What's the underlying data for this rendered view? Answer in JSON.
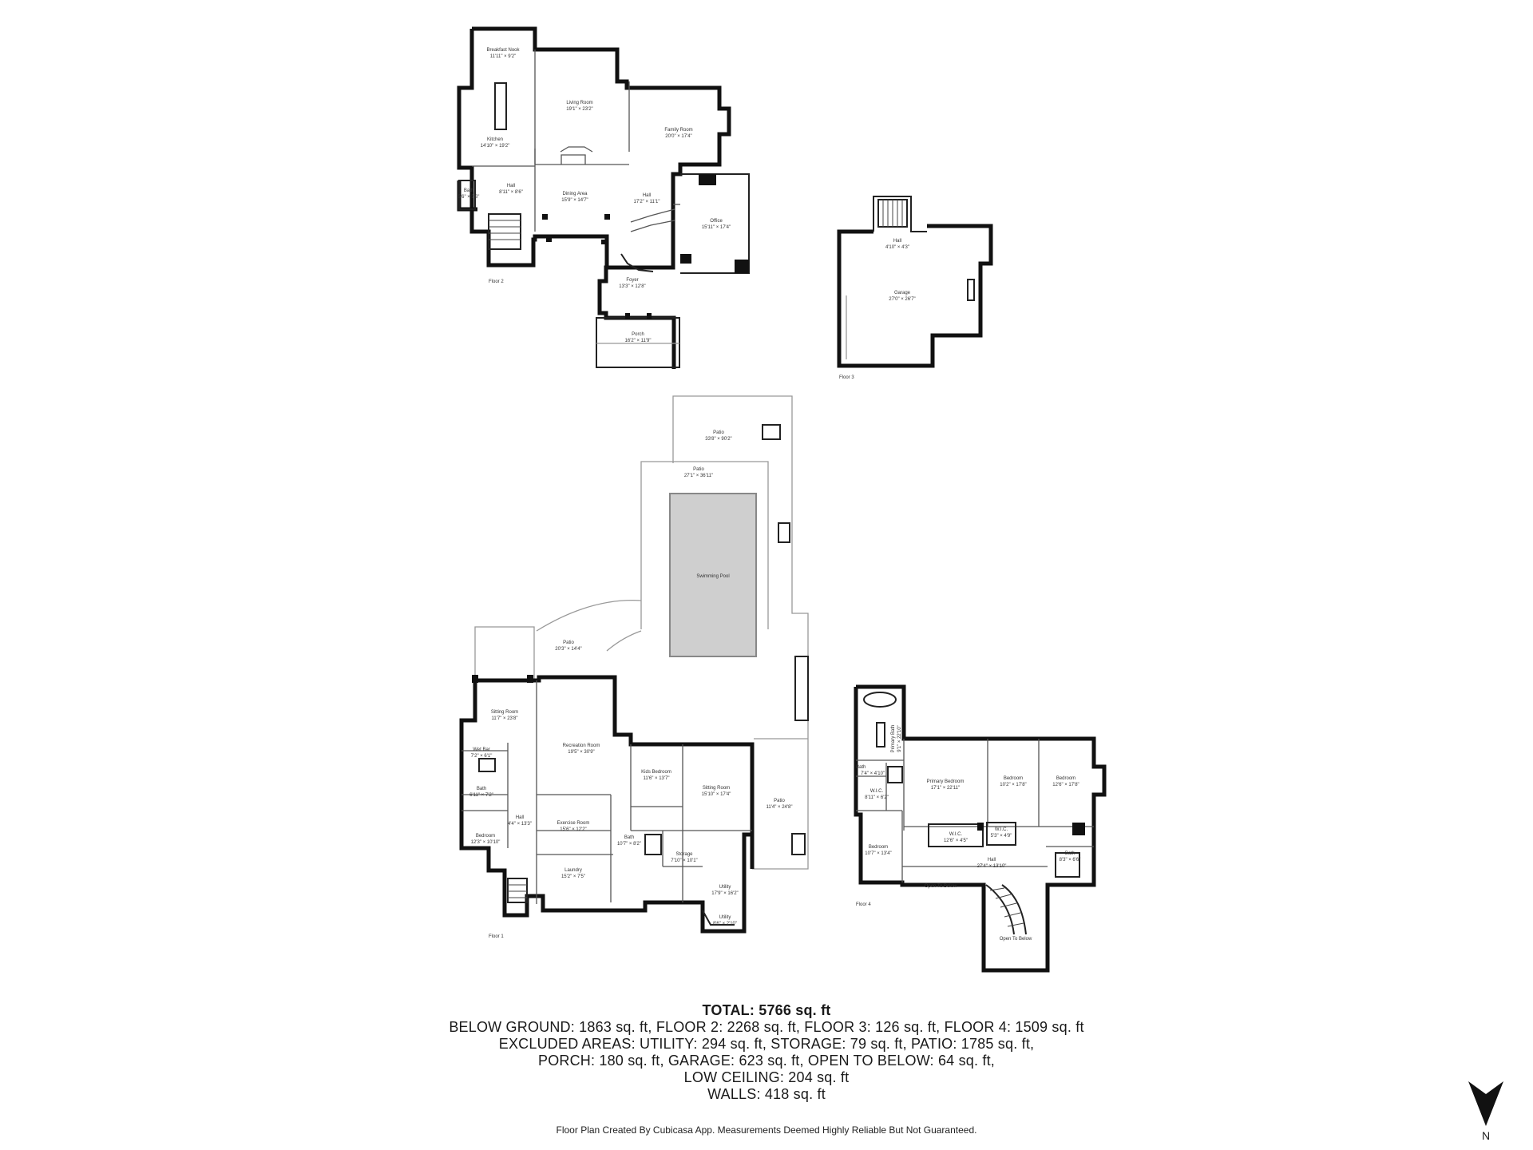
{
  "floors": [
    {
      "id": "floor-1",
      "label": "Floor 1"
    },
    {
      "id": "floor-2",
      "label": "Floor 2"
    },
    {
      "id": "floor-3",
      "label": "Floor 3"
    },
    {
      "id": "floor-4",
      "label": "Floor 4"
    }
  ],
  "rooms": {
    "floor2": [
      {
        "name": "Breakfast Nook",
        "dim": "11'11\" × 9'2\""
      },
      {
        "name": "Living Room",
        "dim": "19'1\" × 23'2\""
      },
      {
        "name": "Family Room",
        "dim": "20'0\" × 17'4\""
      },
      {
        "name": "Kitchen",
        "dim": "14'10\" × 19'2\""
      },
      {
        "name": "Hall",
        "dim": "8'11\" × 8'6\""
      },
      {
        "name": "Bath",
        "dim": "5'6\" × 5'6\""
      },
      {
        "name": "Dining Area",
        "dim": "15'9\" × 14'7\""
      },
      {
        "name": "Hall",
        "dim": "17'2\" × 11'1\""
      },
      {
        "name": "Office",
        "dim": "15'11\" × 17'4\""
      },
      {
        "name": "Foyer",
        "dim": "13'3\" × 12'8\""
      },
      {
        "name": "Porch",
        "dim": "16'2\" × 11'9\""
      }
    ],
    "floor3": [
      {
        "name": "Hall",
        "dim": "4'10\" × 4'3\""
      },
      {
        "name": "Garage",
        "dim": "27'0\" × 26'7\""
      }
    ],
    "floor1": [
      {
        "name": "Patio",
        "dim": "33'8\" × 90'2\""
      },
      {
        "name": "Patio",
        "dim": "27'1\" × 36'11\""
      },
      {
        "name": "Swimming Pool",
        "dim": ""
      },
      {
        "name": "Patio",
        "dim": "20'3\" × 14'4\""
      },
      {
        "name": "Sitting Room",
        "dim": "11'7\" × 23'8\""
      },
      {
        "name": "Wet Bar",
        "dim": "7'2\" × 6'1\""
      },
      {
        "name": "Bath",
        "dim": "6'11\" × 7'2\""
      },
      {
        "name": "Bedroom",
        "dim": "12'3\" × 10'10\""
      },
      {
        "name": "Hall",
        "dim": "4'4\" × 13'3\""
      },
      {
        "name": "Recreation Room",
        "dim": "19'5\" × 30'9\""
      },
      {
        "name": "Kids Bedroom",
        "dim": "11'6\" × 13'7\""
      },
      {
        "name": "Sitting Room",
        "dim": "15'10\" × 17'4\""
      },
      {
        "name": "Patio",
        "dim": "11'4\" × 24'8\""
      },
      {
        "name": "Exercise Room",
        "dim": "15'6\" × 12'2\""
      },
      {
        "name": "Bath",
        "dim": "10'7\" × 8'2\""
      },
      {
        "name": "Storage",
        "dim": "7'10\" × 10'1\""
      },
      {
        "name": "Laundry",
        "dim": "15'2\" × 7'5\""
      },
      {
        "name": "Utility",
        "dim": "17'9\" × 16'2\""
      },
      {
        "name": "Utility",
        "dim": "8'6\" × 2'10\""
      }
    ],
    "floor4": [
      {
        "name": "Primary Bath",
        "dim": "9'1\" × 22'10\""
      },
      {
        "name": "Bath",
        "dim": "7'4\" × 4'10\""
      },
      {
        "name": "W.I.C.",
        "dim": "8'11\" × 6'2\""
      },
      {
        "name": "Primary Bedroom",
        "dim": "17'1\" × 22'11\""
      },
      {
        "name": "Bedroom",
        "dim": "10'2\" × 17'8\""
      },
      {
        "name": "Bedroom",
        "dim": "12'6\" × 17'8\""
      },
      {
        "name": "W.I.C.",
        "dim": "12'6\" × 4'5\""
      },
      {
        "name": "W.I.C.",
        "dim": "5'3\" × 4'9\""
      },
      {
        "name": "Bedroom",
        "dim": "10'7\" × 13'4\""
      },
      {
        "name": "Hall",
        "dim": "27'4\" × 13'10\""
      },
      {
        "name": "Bath",
        "dim": "8'3\" × 6'6\""
      },
      {
        "name": "Open To Below",
        "dim": ""
      },
      {
        "name": "Open To Below",
        "dim": ""
      }
    ]
  },
  "summary": {
    "total": "TOTAL: 5766 sq. ft",
    "lines": [
      "BELOW GROUND: 1863 sq. ft, FLOOR 2: 2268 sq. ft, FLOOR 3: 126 sq. ft, FLOOR 4: 1509 sq. ft",
      "EXCLUDED AREAS: UTILITY: 294 sq. ft, STORAGE: 79 sq. ft, PATIO: 1785 sq. ft,",
      "PORCH: 180 sq. ft, GARAGE: 623 sq. ft, OPEN TO BELOW: 64 sq. ft,",
      "LOW CEILING: 204 sq. ft",
      "WALLS: 418 sq. ft"
    ]
  },
  "credit": "Floor Plan Created By Cubicasa App. Measurements Deemed Highly Reliable But Not Guaranteed.",
  "compass": {
    "label": "N",
    "icon": "north-arrow-icon"
  }
}
